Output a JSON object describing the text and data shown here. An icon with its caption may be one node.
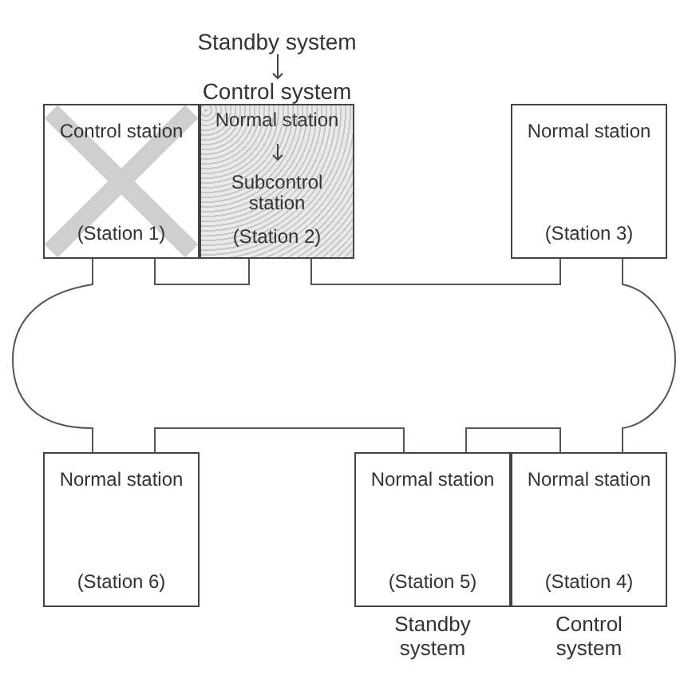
{
  "diagram": {
    "nodes": [
      {
        "text": [
          "Control station",
          "(Station 1)"
        ]
      },
      {
        "text": [
          "Normal station",
          "Subcontrol station",
          "(Station 2)"
        ],
        "beside": [
          "Standby system",
          "Control system"
        ]
      },
      {
        "text": [
          "Normal station",
          "(Station 3)"
        ]
      },
      {
        "text": [
          "Normal station",
          "(Station 6)"
        ]
      },
      {
        "text": [
          "Normal station",
          "(Station 5)"
        ],
        "beside": [
          "Standby system"
        ]
      },
      {
        "text": [
          "Normal station",
          "(Station 4)"
        ],
        "beside": [
          "Control system"
        ]
      }
    ],
    "edges": [
      {
        "from": 0,
        "to": 3,
        "arrow": "none"
      },
      {
        "from": 0,
        "to": 1,
        "arrow": "none"
      },
      {
        "from": 1,
        "to": 2,
        "arrow": "none"
      },
      {
        "from": 2,
        "to": 5,
        "arrow": "none"
      },
      {
        "from": 5,
        "to": 4,
        "arrow": "none"
      },
      {
        "from": 4,
        "to": 3,
        "arrow": "none"
      }
    ]
  }
}
